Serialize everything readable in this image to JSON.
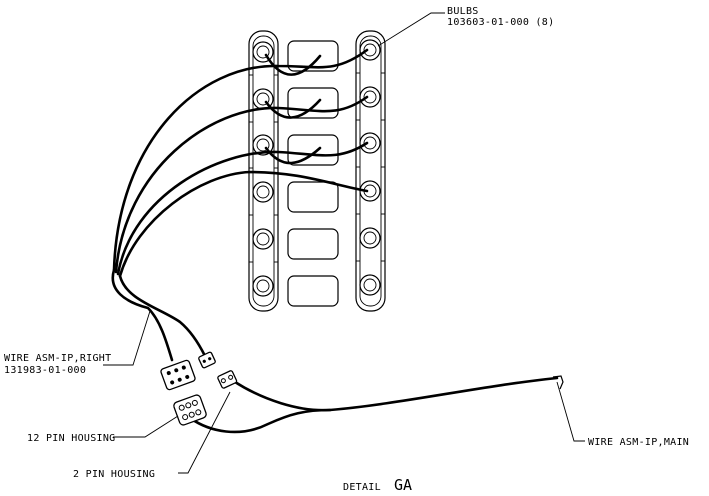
{
  "drawing": {
    "callouts": {
      "bulbs": "BULBS",
      "bulbs_part": "103603-01-000 (8)",
      "wire_right": "WIRE ASM-IP,RIGHT",
      "wire_right_part": "131983-01-000",
      "pin12": "12 PIN HOUSING",
      "pin2": "2 PIN HOUSING",
      "wire_main": "WIRE ASM-IP,MAIN"
    },
    "detail_prefix": "DETAIL",
    "detail_id": "GA"
  }
}
